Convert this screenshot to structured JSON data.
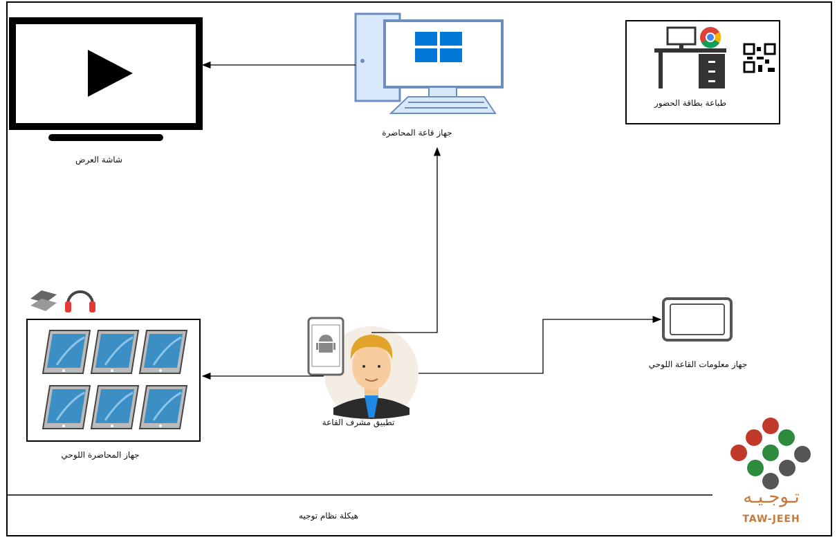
{
  "labels": {
    "display_screen": "شاشة العرض",
    "classroom_pc": "جهاز قاعة المحاضرة",
    "attendance_card_printing": "طباعة بطاقة الحضور",
    "lecturer_tablet": "جهاز المحاضرة اللوحي",
    "supervisor_app": "تطبيق مشرف القاعة",
    "room_info_tablet": "جهاز معلومات القاعة اللوحي",
    "system_architecture": "هيكلة نظام توجيه"
  },
  "logo": {
    "arabic_text": "تـوجـيـه",
    "english_text": "TAW-JEEH",
    "dot_colors": [
      "#c0392b",
      "#2e8b3e",
      "#555555"
    ]
  },
  "colors": {
    "frame_stroke": "#000000",
    "pc_stroke": "#6c8ebf",
    "pc_fill": "#dae8fc",
    "windows_blue": "#0078d7",
    "tablet_blue": "#3b8fc4",
    "logo_accent": "#c8763a"
  }
}
